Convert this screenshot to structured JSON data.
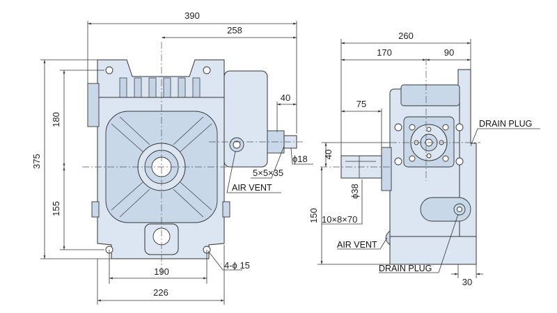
{
  "colors": {
    "body": "#dbe6f2",
    "body_shade": "#c9d8e8",
    "line": "#333333",
    "background": "#ffffff"
  },
  "front_view": {
    "dimensions": {
      "overall_width": "390",
      "input_offset": "258",
      "shaft_length": "40",
      "total_height": "375",
      "upper_height": "180",
      "lower_height": "155",
      "bolt_spacing": "190",
      "base_width": "226",
      "shaft_diameter": "ϕ18",
      "key": "5×5×35",
      "mount_holes": "4-ϕ 15"
    },
    "labels": {
      "air_vent": "AIR VENT"
    }
  },
  "side_view": {
    "dimensions": {
      "overall_width": "260",
      "left_offset": "170",
      "right_offset": "90",
      "flange_offset": "75",
      "shaft_center": "40",
      "shaft_diameter": "ϕ38",
      "shaft_height": "150",
      "key": "10×8×70",
      "foot_thickness": "30"
    },
    "labels": {
      "drain_plug_top": "DRAIN PLUG",
      "air_vent": "AIR VENT",
      "drain_plug_bottom": "DRAIN PLUG"
    }
  }
}
